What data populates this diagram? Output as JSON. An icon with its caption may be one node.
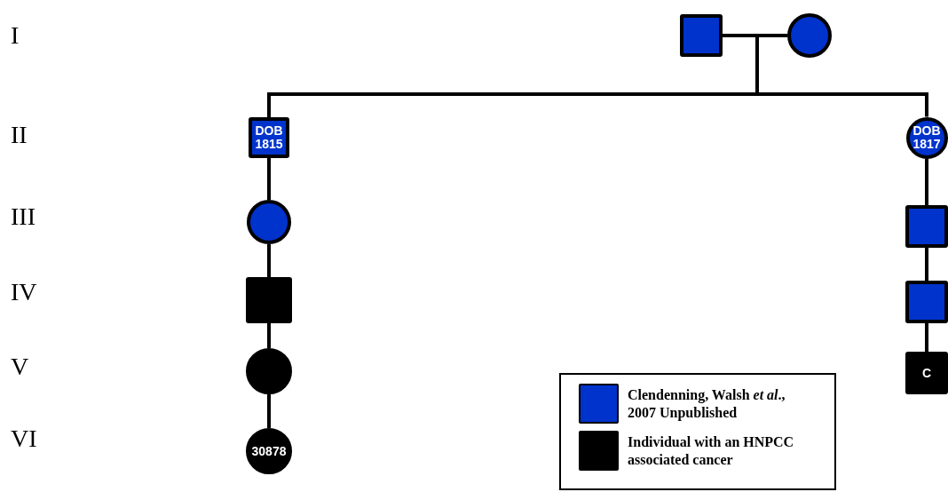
{
  "diagram": {
    "nodes": [
      {
        "text": [],
        "shape": "box"
      },
      {
        "text": [],
        "shape": "circle"
      },
      {
        "text": [
          "DOB 1815"
        ]
      },
      {
        "text": [
          "DOB 1817"
        ]
      },
      {
        "text": [],
        "shape": "circle"
      },
      {
        "text": [],
        "shape": "box"
      },
      {
        "text": [],
        "shape": "circle"
      },
      {
        "text": [
          "30878"
        ]
      },
      {
        "text": [],
        "shape": "box"
      },
      {
        "text": [],
        "shape": "box"
      },
      {
        "text": [
          "C"
        ]
      }
    ],
    "edges": [
      {
        "from": 0,
        "to": 1,
        "arrow": "none"
      },
      {
        "from": null,
        "to": 2,
        "arrow": "none"
      },
      {
        "from": null,
        "to": 3,
        "arrow": "none"
      },
      {
        "from": 2,
        "to": 4,
        "arrow": "none"
      },
      {
        "from": 4,
        "to": 5,
        "arrow": "none"
      },
      {
        "from": 5,
        "to": 6,
        "arrow": "none"
      },
      {
        "from": 6,
        "to": 7,
        "arrow": "none"
      },
      {
        "from": 3,
        "to": 8,
        "arrow": "none"
      },
      {
        "from": 8,
        "to": 9,
        "arrow": "none"
      },
      {
        "from": 9,
        "to": 10,
        "arrow": "none"
      }
    ],
    "labels": [
      "I",
      "II",
      "III",
      "IV",
      "V",
      "VI"
    ],
    "legend": [
      {
        "text": "Clendenning, Walsh *et al*., 2007 Unpublished",
        "color": "#0033cc"
      },
      {
        "text": "Individual with an HNPCC associated cancer",
        "color": "#000000"
      }
    ]
  }
}
